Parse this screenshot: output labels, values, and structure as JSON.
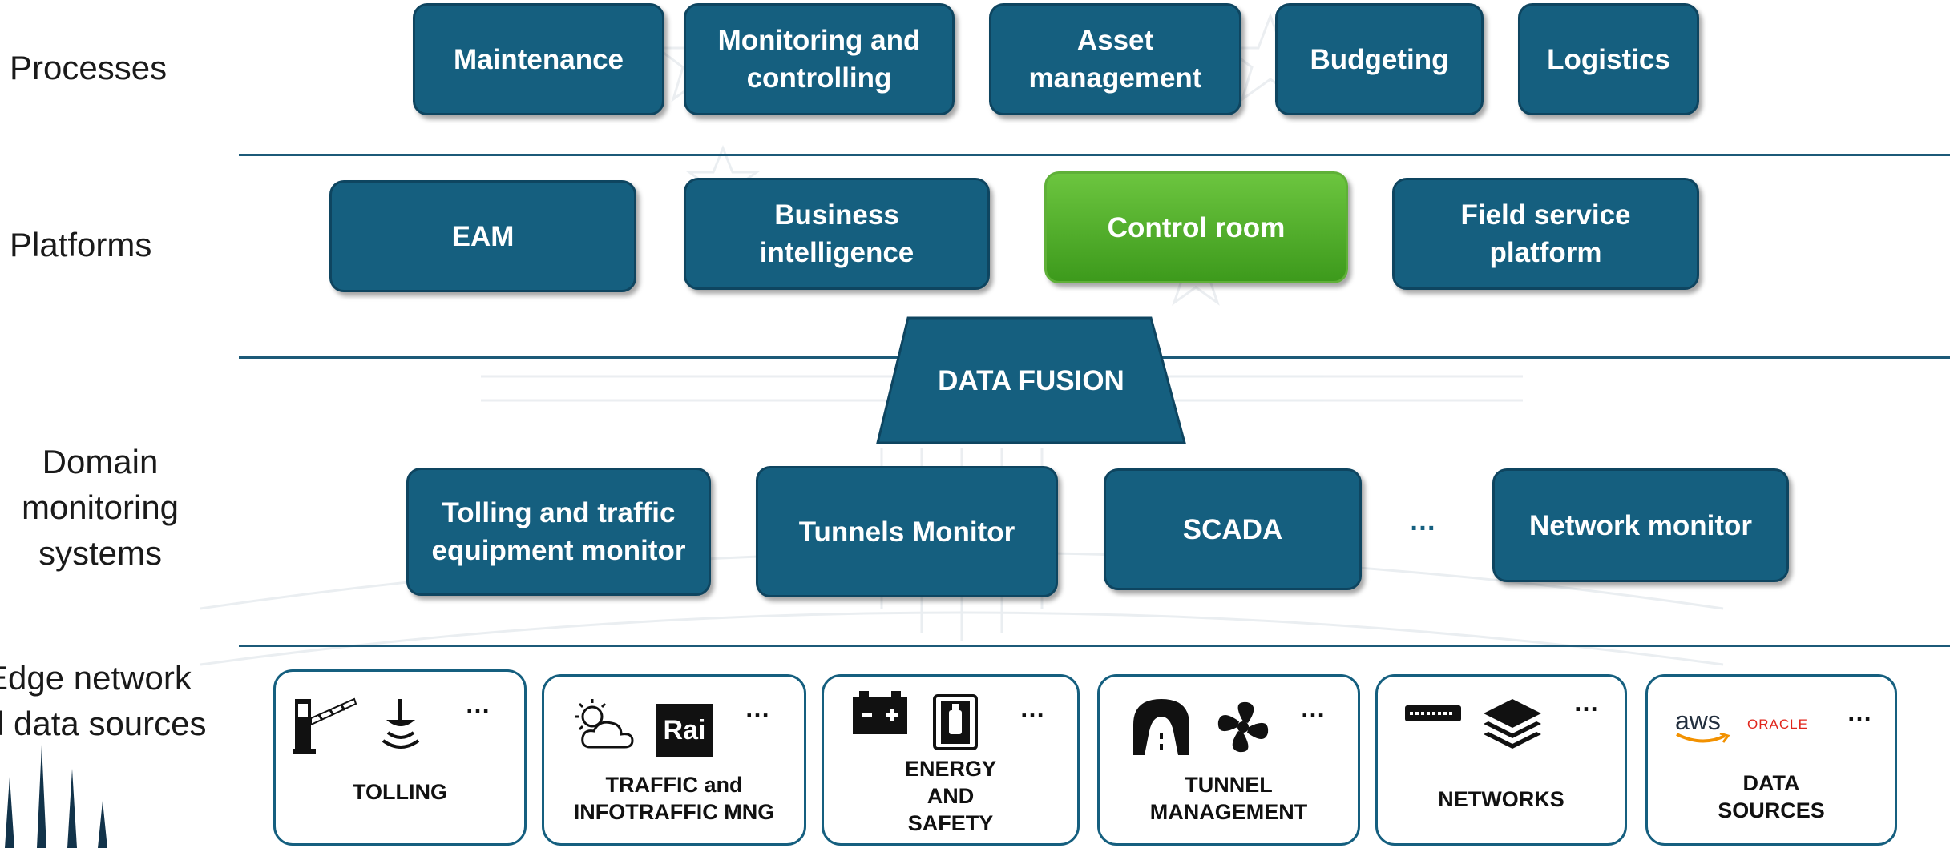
{
  "layers": {
    "processes": "Processes",
    "platforms": "Platforms",
    "domain": [
      "Domain",
      "monitoring",
      "systems"
    ],
    "edge": [
      "Edge network",
      "d data sources"
    ]
  },
  "processes": [
    "Maintenance",
    "Monitoring and controlling",
    "Asset management",
    "Budgeting",
    "Logistics"
  ],
  "platforms": [
    "EAM",
    "Business intelligence",
    "Control room",
    "Field service platform"
  ],
  "data_fusion": "DATA FUSION",
  "domain_systems": [
    "Tolling and  traffic equipment monitor",
    "Tunnels Monitor",
    "SCADA",
    "…",
    "Network monitor"
  ],
  "sources": [
    {
      "label": "TOLLING",
      "dots": "…",
      "icons": [
        "toll-barrier-icon",
        "antenna-sensor-icon"
      ]
    },
    {
      "label": "TRAFFIC and INFOTRAFFIC MNG",
      "dots": "…",
      "icons": [
        "weather-icon",
        "rai-logo"
      ],
      "logo_text": "Rai"
    },
    {
      "label": "ENERGY AND SAFETY",
      "dots": "…",
      "icons": [
        "battery-icon",
        "fire-extinguisher-box-icon"
      ]
    },
    {
      "label": "TUNNEL MANAGEMENT",
      "dots": "…",
      "icons": [
        "tunnel-icon",
        "fan-icon"
      ]
    },
    {
      "label": "NETWORKS",
      "dots": "…",
      "icons": [
        "network-switch-icon",
        "stack-layers-icon"
      ]
    },
    {
      "label": "DATA SOURCES",
      "dots": "…",
      "icons": [
        "aws-logo",
        "oracle-logo"
      ],
      "logo_texts": [
        "aws",
        "ORACLE"
      ]
    }
  ],
  "colors": {
    "box": "#155f7f",
    "box_border": "#0e4560",
    "green": "#4caf28",
    "separator": "#1c5a78"
  }
}
